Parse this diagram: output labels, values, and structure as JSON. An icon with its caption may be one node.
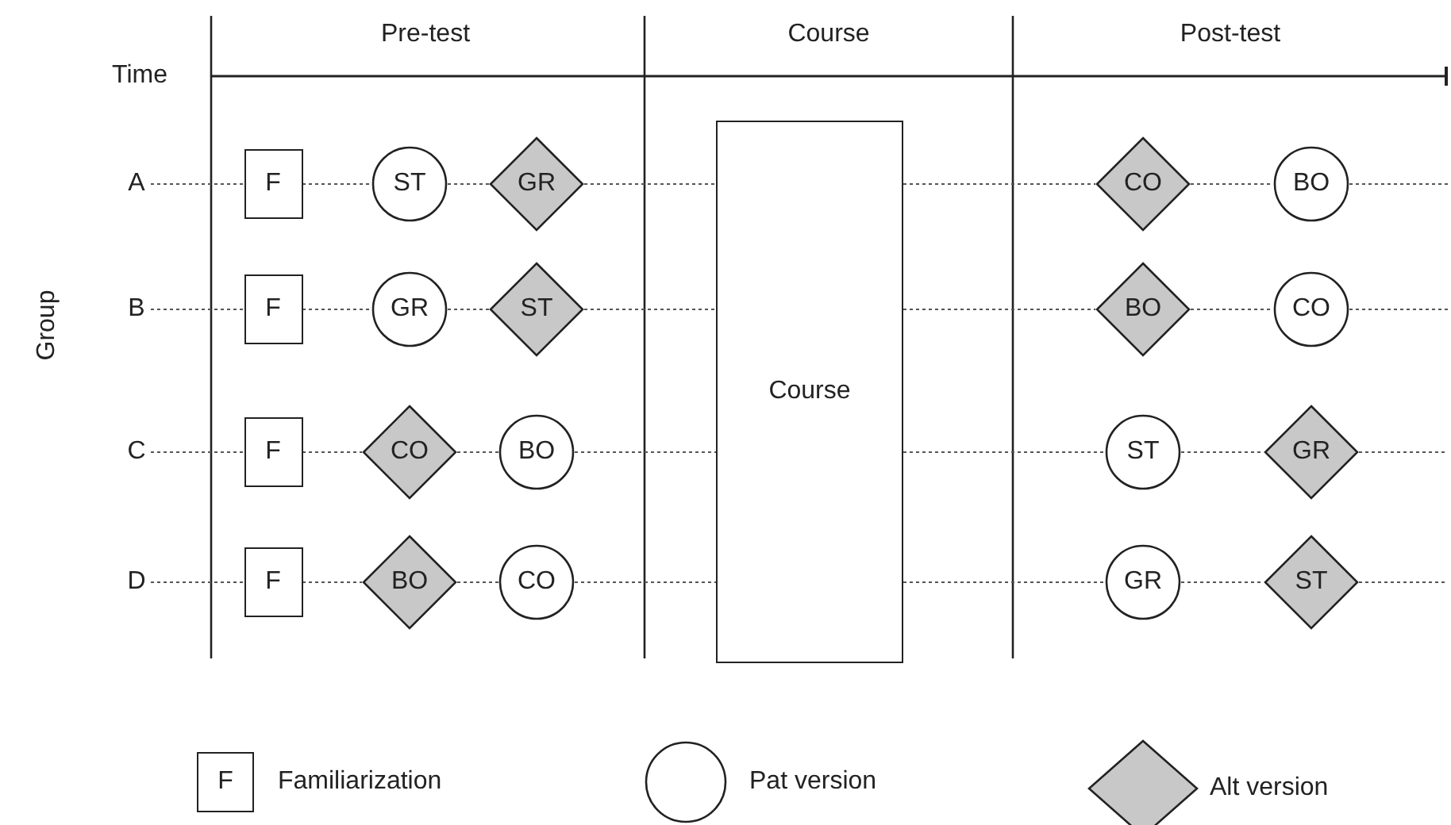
{
  "diagram": {
    "nodes": [
      {
        "text": [
          "A"
        ]
      },
      {
        "text": [
          "F"
        ]
      },
      {
        "text": [
          "ST"
        ]
      },
      {
        "text": [
          "GR"
        ]
      },
      {
        "text": [
          "Course"
        ]
      },
      {
        "text": [
          "CO"
        ]
      },
      {
        "text": [
          "BO"
        ]
      },
      {
        "text": [
          "B"
        ]
      },
      {
        "text": [
          "F"
        ]
      },
      {
        "text": [
          "GR"
        ]
      },
      {
        "text": [
          "ST"
        ]
      },
      {
        "text": [
          "BO"
        ]
      },
      {
        "text": [
          "CO"
        ]
      },
      {
        "text": [
          "C"
        ]
      },
      {
        "text": [
          "F"
        ]
      },
      {
        "text": [
          "CO"
        ]
      },
      {
        "text": [
          "BO"
        ]
      },
      {
        "text": [
          "ST"
        ]
      },
      {
        "text": [
          "GR"
        ]
      },
      {
        "text": [
          "D"
        ]
      },
      {
        "text": [
          "F"
        ]
      },
      {
        "text": [
          "BO"
        ]
      },
      {
        "text": [
          "CO"
        ]
      },
      {
        "text": [
          "GR"
        ]
      },
      {
        "text": [
          "ST"
        ]
      }
    ],
    "edges": [
      {
        "from": 0,
        "to": 1,
        "arrow": "none"
      },
      {
        "from": 1,
        "to": 2,
        "arrow": "none"
      },
      {
        "from": 2,
        "to": 3,
        "arrow": "none"
      },
      {
        "from": 3,
        "to": 4,
        "arrow": "none"
      },
      {
        "from": 4,
        "to": 5,
        "arrow": "none"
      },
      {
        "from": 5,
        "to": 6,
        "arrow": "none"
      },
      {
        "from": 6,
        "to": null,
        "arrow": "none"
      },
      {
        "from": 7,
        "to": 8,
        "arrow": "none"
      },
      {
        "from": 8,
        "to": 9,
        "arrow": "none"
      },
      {
        "from": 9,
        "to": 10,
        "arrow": "none"
      },
      {
        "from": 10,
        "to": 4,
        "arrow": "none"
      },
      {
        "from": 4,
        "to": 11,
        "arrow": "none"
      },
      {
        "from": 11,
        "to": 12,
        "arrow": "none"
      },
      {
        "from": 12,
        "to": null,
        "arrow": "none"
      },
      {
        "from": 13,
        "to": 14,
        "arrow": "none"
      },
      {
        "from": 14,
        "to": 15,
        "arrow": "none"
      },
      {
        "from": 15,
        "to": 16,
        "arrow": "none"
      },
      {
        "from": 16,
        "to": 4,
        "arrow": "none"
      },
      {
        "from": 4,
        "to": 17,
        "arrow": "none"
      },
      {
        "from": 17,
        "to": 18,
        "arrow": "none"
      },
      {
        "from": 18,
        "to": null,
        "arrow": "none"
      },
      {
        "from": 19,
        "to": 20,
        "arrow": "none"
      },
      {
        "from": 20,
        "to": 21,
        "arrow": "none"
      },
      {
        "from": 21,
        "to": 22,
        "arrow": "none"
      },
      {
        "from": 22,
        "to": 4,
        "arrow": "none"
      },
      {
        "from": 4,
        "to": 23,
        "arrow": "none"
      },
      {
        "from": 23,
        "to": 24,
        "arrow": "none"
      },
      {
        "from": 24,
        "to": null,
        "arrow": "none"
      }
    ],
    "labels": [
      "Pre-test",
      "Course",
      "Post-test",
      "Time",
      "Group",
      "F"
    ],
    "legend": [
      {
        "text": "Familiarization"
      },
      {
        "text": "Pat version"
      },
      {
        "text": "Alt version"
      }
    ]
  }
}
